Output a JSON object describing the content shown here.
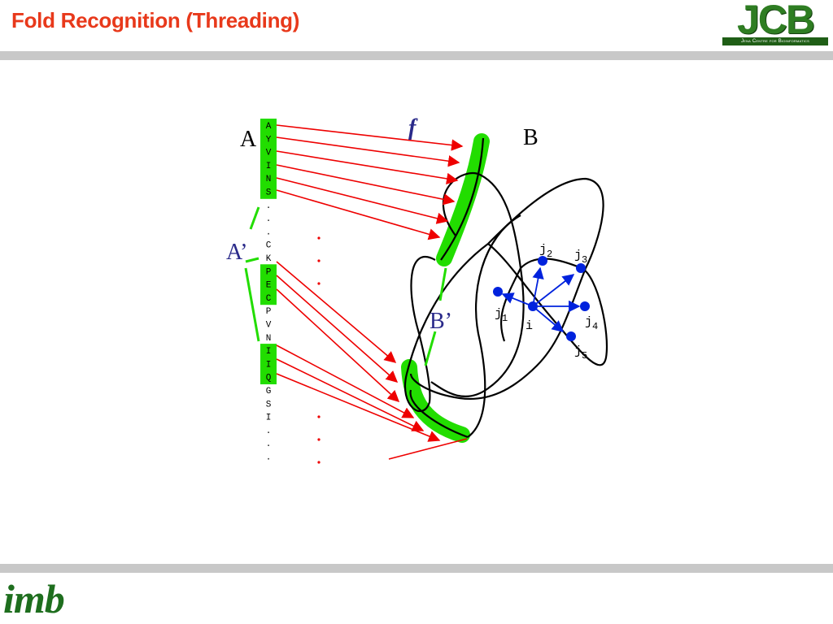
{
  "slide": {
    "title": "Fold Recognition (Threading)",
    "logo_jcb": "JCB",
    "logo_jcb_subtitle": "Jena Centre for Bioinformatics",
    "logo_imb": "imb"
  },
  "colors": {
    "title": "#e8391b",
    "bars": "#c8c8c8",
    "highlight_green": "#22dd00",
    "arrow_red": "#ee0000",
    "contact_blue": "#0022dd",
    "label_blue": "#2a2a8a"
  },
  "diagram": {
    "labels": {
      "A": "A",
      "A_prime": "A’",
      "B": "B",
      "B_prime": "B’",
      "f": "f",
      "i": "i",
      "j1": "j",
      "j1_sub": "1",
      "j2": "j",
      "j2_sub": "2",
      "j3": "j",
      "j3_sub": "3",
      "j4": "j",
      "j4_sub": "4",
      "j5": "j",
      "j5_sub": "5"
    },
    "sequence": [
      "A",
      "Y",
      "V",
      "I",
      "N",
      "S",
      ".",
      ".",
      ".",
      "C",
      "K",
      "P",
      "E",
      "C",
      "P",
      "V",
      "N",
      "I",
      "I",
      "Q",
      "G",
      "S",
      "I",
      ".",
      ".",
      "."
    ],
    "highlighted_segments": [
      [
        0,
        5
      ],
      [
        11,
        13
      ],
      [
        17,
        19
      ]
    ]
  }
}
